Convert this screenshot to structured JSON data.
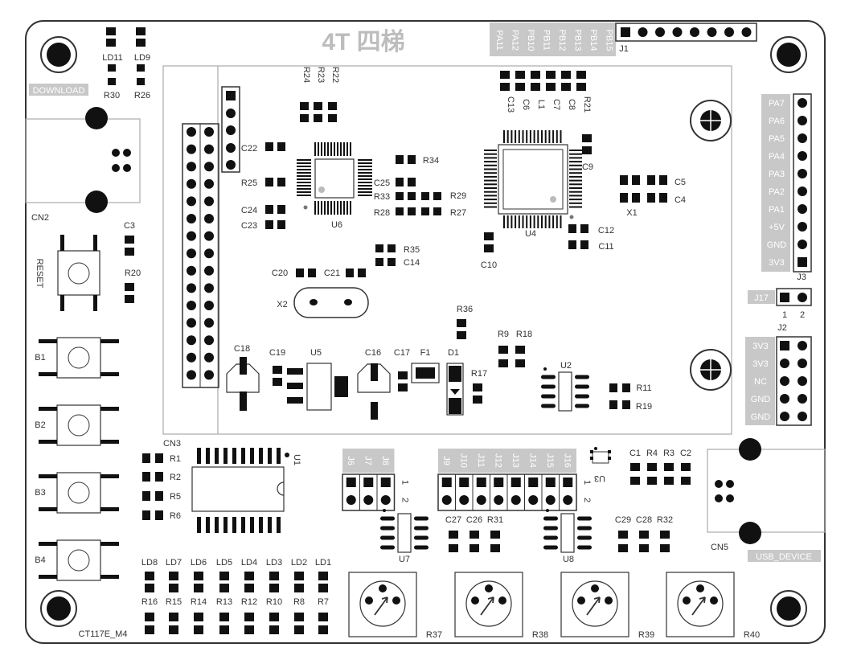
{
  "board": {
    "name": "CT117E_M4",
    "logo_text": "4T 四梯",
    "colors": {
      "outline": "#333333",
      "fill": "#ffffff",
      "pad": "#111111",
      "label_box": "#c8c8c8"
    }
  },
  "connectors": {
    "j1": {
      "name": "J1",
      "pins": [
        "PA11",
        "PA12",
        "PB10",
        "PB11",
        "PB12",
        "PB13",
        "PB14",
        "PB15"
      ]
    },
    "j3": {
      "name": "J3",
      "pins": [
        "PA7",
        "PA6",
        "PA5",
        "PA4",
        "PA3",
        "PA2",
        "PA1",
        "+5V",
        "GND",
        "3V3"
      ]
    },
    "j17": {
      "name": "J17",
      "pin1": "1",
      "pin2": "2"
    },
    "j2": {
      "name": "J2",
      "pins": [
        "3V3",
        "3V3",
        "NC",
        "GND",
        "GND"
      ]
    },
    "jumpers_left": [
      "J6",
      "J7",
      "J8"
    ],
    "jumpers_right": [
      "J9",
      "J10",
      "J11",
      "J12",
      "J13",
      "J14",
      "J15",
      "J16"
    ],
    "jumper_pin_1": "1",
    "jumper_pin_2": "2"
  },
  "labels": {
    "download": "DOWNLOAD",
    "usb_device": "USB_DEVICE",
    "cn2": "CN2",
    "cn3": "CN3",
    "cn5": "CN5",
    "reset": "RESET",
    "buttons": [
      "B1",
      "B2",
      "B3",
      "B4"
    ],
    "ld_top": [
      "LD11",
      "LD9"
    ],
    "r_top": [
      "R30",
      "R26"
    ],
    "r_top_col": [
      "R24",
      "R23",
      "R22"
    ],
    "c22": "C22",
    "r25": "R25",
    "c24": "C24",
    "c23": "C23",
    "u6": "U6",
    "u4": "U4",
    "c25": "C25",
    "r33": "R33",
    "r28": "R28",
    "r34": "R34",
    "r29": "R29",
    "r27": "R27",
    "top_right_col": [
      "C13",
      "C6",
      "L1",
      "C7",
      "C8",
      "R21"
    ],
    "c9": "C9",
    "c5": "C5",
    "c4": "C4",
    "x1": "X1",
    "c12": "C12",
    "c11": "C11",
    "c10": "C10",
    "r35": "R35",
    "c14": "C14",
    "c20": "C20",
    "c21": "C21",
    "x2": "X2",
    "c3": "C3",
    "r20": "R20",
    "power_row": [
      "C18",
      "C19",
      "U5",
      "C16",
      "C17",
      "F1",
      "D1"
    ],
    "r36": "R36",
    "r17": "R17",
    "r9": "R9",
    "r18": "R18",
    "u2": "U2",
    "r11": "R11",
    "r19": "R19",
    "cn3_res": [
      "R1",
      "R2",
      "R5",
      "R6"
    ],
    "u1": "U1",
    "top_right_small": [
      "C1",
      "R4",
      "R3",
      "C2"
    ],
    "u3": "U3",
    "u7": "U7",
    "u8": "U8",
    "c27_row": [
      "C27",
      "C26",
      "R31"
    ],
    "c29_row": [
      "C29",
      "C28",
      "R32"
    ],
    "leds": [
      "LD8",
      "LD7",
      "LD6",
      "LD5",
      "LD4",
      "LD3",
      "LD2",
      "LD1"
    ],
    "led_res": [
      "R16",
      "R15",
      "R14",
      "R13",
      "R12",
      "R10",
      "R8",
      "R7"
    ],
    "pots": [
      "R37",
      "R38",
      "R39",
      "R40"
    ]
  }
}
